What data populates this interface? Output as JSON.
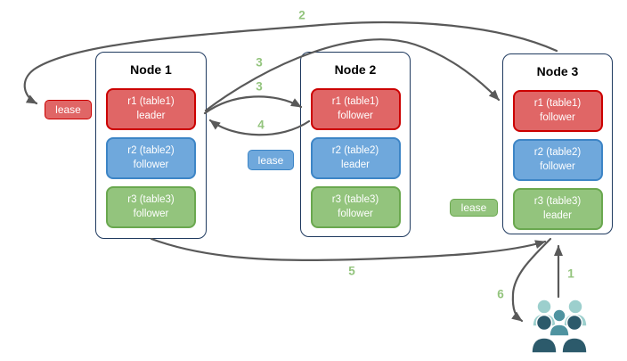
{
  "colors": {
    "arrow": "#595959",
    "number": "#93c47d",
    "node_border": "#1f3a5f",
    "red_fill": "#e06666",
    "red_border": "#cc0000",
    "blue_fill": "#6fa8dc",
    "blue_border": "#3d85c6",
    "green_fill": "#93c47d",
    "green_border": "#6aa84f",
    "people_light": "#9ccfcd",
    "people_medium": "#4f93a0",
    "people_dark": "#2c5a6b"
  },
  "nodes": [
    {
      "title": "Node 1",
      "replicas": [
        {
          "label": "r1 (table1)",
          "role": "leader",
          "color": "red"
        },
        {
          "label": "r2 (table2)",
          "role": "follower",
          "color": "blue"
        },
        {
          "label": "r3 (table3)",
          "role": "follower",
          "color": "green"
        }
      ]
    },
    {
      "title": "Node 2",
      "replicas": [
        {
          "label": "r1 (table1)",
          "role": "follower",
          "color": "red"
        },
        {
          "label": "r2 (table2)",
          "role": "leader",
          "color": "blue"
        },
        {
          "label": "r3 (table3)",
          "role": "follower",
          "color": "green"
        }
      ]
    },
    {
      "title": "Node 3",
      "replicas": [
        {
          "label": "r1 (table1)",
          "role": "follower",
          "color": "red"
        },
        {
          "label": "r2 (table2)",
          "role": "follower",
          "color": "blue"
        },
        {
          "label": "r3 (table3)",
          "role": "leader",
          "color": "green"
        }
      ]
    }
  ],
  "leases": [
    {
      "label": "lease",
      "color": "red"
    },
    {
      "label": "lease",
      "color": "blue"
    },
    {
      "label": "lease",
      "color": "green"
    }
  ],
  "arrow_labels": {
    "a1": "1",
    "a2": "2",
    "a3_top": "3",
    "a3_mid": "3",
    "a4": "4",
    "a5": "5",
    "a6": "6"
  },
  "icons": {
    "clients": "people-group-icon"
  }
}
